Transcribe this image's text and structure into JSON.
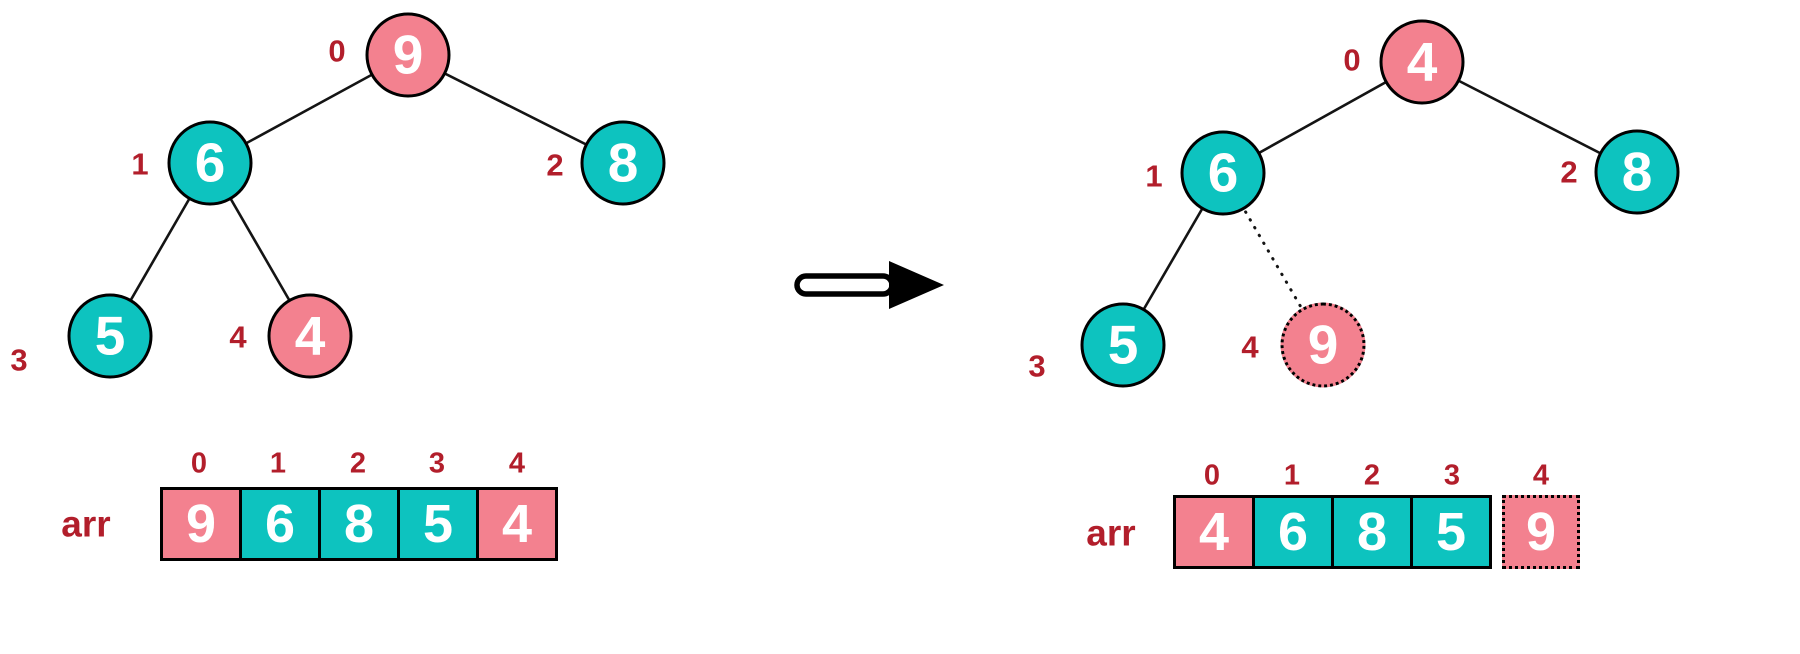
{
  "colors": {
    "pink": "#F3818F",
    "teal": "#0DC3BF",
    "label": "#B21E2B",
    "line": "#141414",
    "node_text": "#FFFFFF",
    "bg": "#FFFFFF"
  },
  "icons": {
    "transform_arrow": "arrow-right"
  },
  "left": {
    "tree": {
      "nodes": [
        {
          "index": "0",
          "value": "9",
          "color": "pink",
          "border": "solid"
        },
        {
          "index": "1",
          "value": "6",
          "color": "teal",
          "border": "solid"
        },
        {
          "index": "2",
          "value": "8",
          "color": "teal",
          "border": "solid"
        },
        {
          "index": "3",
          "value": "5",
          "color": "teal",
          "border": "solid"
        },
        {
          "index": "4",
          "value": "4",
          "color": "pink",
          "border": "solid"
        }
      ],
      "edges": [
        {
          "from": "0",
          "to": "1",
          "style": "solid"
        },
        {
          "from": "0",
          "to": "2",
          "style": "solid"
        },
        {
          "from": "1",
          "to": "3",
          "style": "solid"
        },
        {
          "from": "1",
          "to": "4",
          "style": "solid"
        }
      ]
    },
    "array": {
      "label": "arr",
      "indices": [
        "0",
        "1",
        "2",
        "3",
        "4"
      ],
      "cells": [
        {
          "value": "9",
          "color": "pink",
          "border": "solid"
        },
        {
          "value": "6",
          "color": "teal",
          "border": "solid"
        },
        {
          "value": "8",
          "color": "teal",
          "border": "solid"
        },
        {
          "value": "5",
          "color": "teal",
          "border": "solid"
        },
        {
          "value": "4",
          "color": "pink",
          "border": "solid"
        }
      ]
    }
  },
  "right": {
    "tree": {
      "nodes": [
        {
          "index": "0",
          "value": "4",
          "color": "pink",
          "border": "solid"
        },
        {
          "index": "1",
          "value": "6",
          "color": "teal",
          "border": "solid"
        },
        {
          "index": "2",
          "value": "8",
          "color": "teal",
          "border": "solid"
        },
        {
          "index": "3",
          "value": "5",
          "color": "teal",
          "border": "solid"
        },
        {
          "index": "4",
          "value": "9",
          "color": "pink",
          "border": "dotted"
        }
      ],
      "edges": [
        {
          "from": "0",
          "to": "1",
          "style": "solid"
        },
        {
          "from": "0",
          "to": "2",
          "style": "solid"
        },
        {
          "from": "1",
          "to": "3",
          "style": "solid"
        },
        {
          "from": "1",
          "to": "4",
          "style": "dotted"
        }
      ]
    },
    "array": {
      "label": "arr",
      "indices": [
        "0",
        "1",
        "2",
        "3",
        "4"
      ],
      "cells": [
        {
          "value": "4",
          "color": "pink",
          "border": "solid"
        },
        {
          "value": "6",
          "color": "teal",
          "border": "solid"
        },
        {
          "value": "8",
          "color": "teal",
          "border": "solid"
        },
        {
          "value": "5",
          "color": "teal",
          "border": "solid"
        },
        {
          "value": "9",
          "color": "pink",
          "border": "dotted"
        }
      ]
    }
  }
}
